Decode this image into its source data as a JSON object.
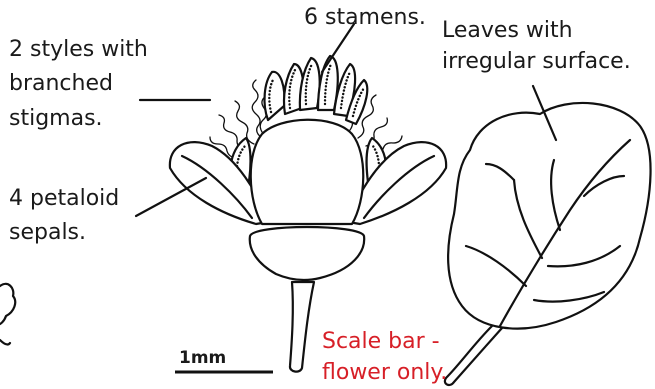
{
  "labels": {
    "stamens": "6 stamens.",
    "leaves_line1": "Leaves with",
    "leaves_line2": "irregular surface.",
    "styles_line1": "2 styles with",
    "styles_line2": "branched",
    "styles_line3": "stigmas.",
    "sepals_line1": "4 petaloid",
    "sepals_line2": "sepals.",
    "scale_note_line1": "Scale bar -",
    "scale_note_line2": "flower only."
  },
  "scale_bar": {
    "label": "1mm"
  },
  "colors": {
    "ink": "#111111",
    "note": "#d71f27",
    "background": "#ffffff"
  }
}
